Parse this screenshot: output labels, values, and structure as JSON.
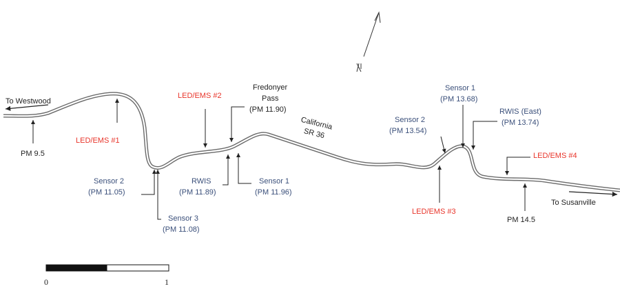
{
  "road": {
    "name_line1": "California",
    "name_line2": "SR 36",
    "west_label": "To Westwood",
    "east_label": "To Susanville"
  },
  "labels": {
    "pm_9_5": "PM 9.5",
    "led_ems_1": "LED/EMS #1",
    "led_ems_2": "LED/EMS #2",
    "fredonyer_1": "Fredonyer",
    "fredonyer_2": "Pass",
    "fredonyer_3": "(PM 11.90)",
    "sensor2_w_1": "Sensor 2",
    "sensor2_w_2": "(PM 11.05)",
    "sensor3_1": "Sensor 3",
    "sensor3_2": "(PM 11.08)",
    "rwis_1": "RWIS",
    "rwis_2": "(PM 11.89)",
    "sensor1_w_1": "Sensor 1",
    "sensor1_w_2": "(PM 11.96)",
    "sensor2_e_1": "Sensor 2",
    "sensor2_e_2": "(PM 13.54)",
    "sensor1_e_1": "Sensor 1",
    "sensor1_e_2": "(PM 13.68)",
    "rwis_e_1": "RWIS (East)",
    "rwis_e_2": "(PM 13.74)",
    "led_ems_3": "LED/EMS #3",
    "led_ems_4": "LED/EMS #4",
    "pm_14_5": "PM 14.5"
  },
  "north_label": "N",
  "scale": {
    "start": "0",
    "end": "1"
  },
  "colors": {
    "sensor": "#3a4f7a",
    "led": "#e8342a",
    "text": "#222222",
    "road": "#666666"
  }
}
